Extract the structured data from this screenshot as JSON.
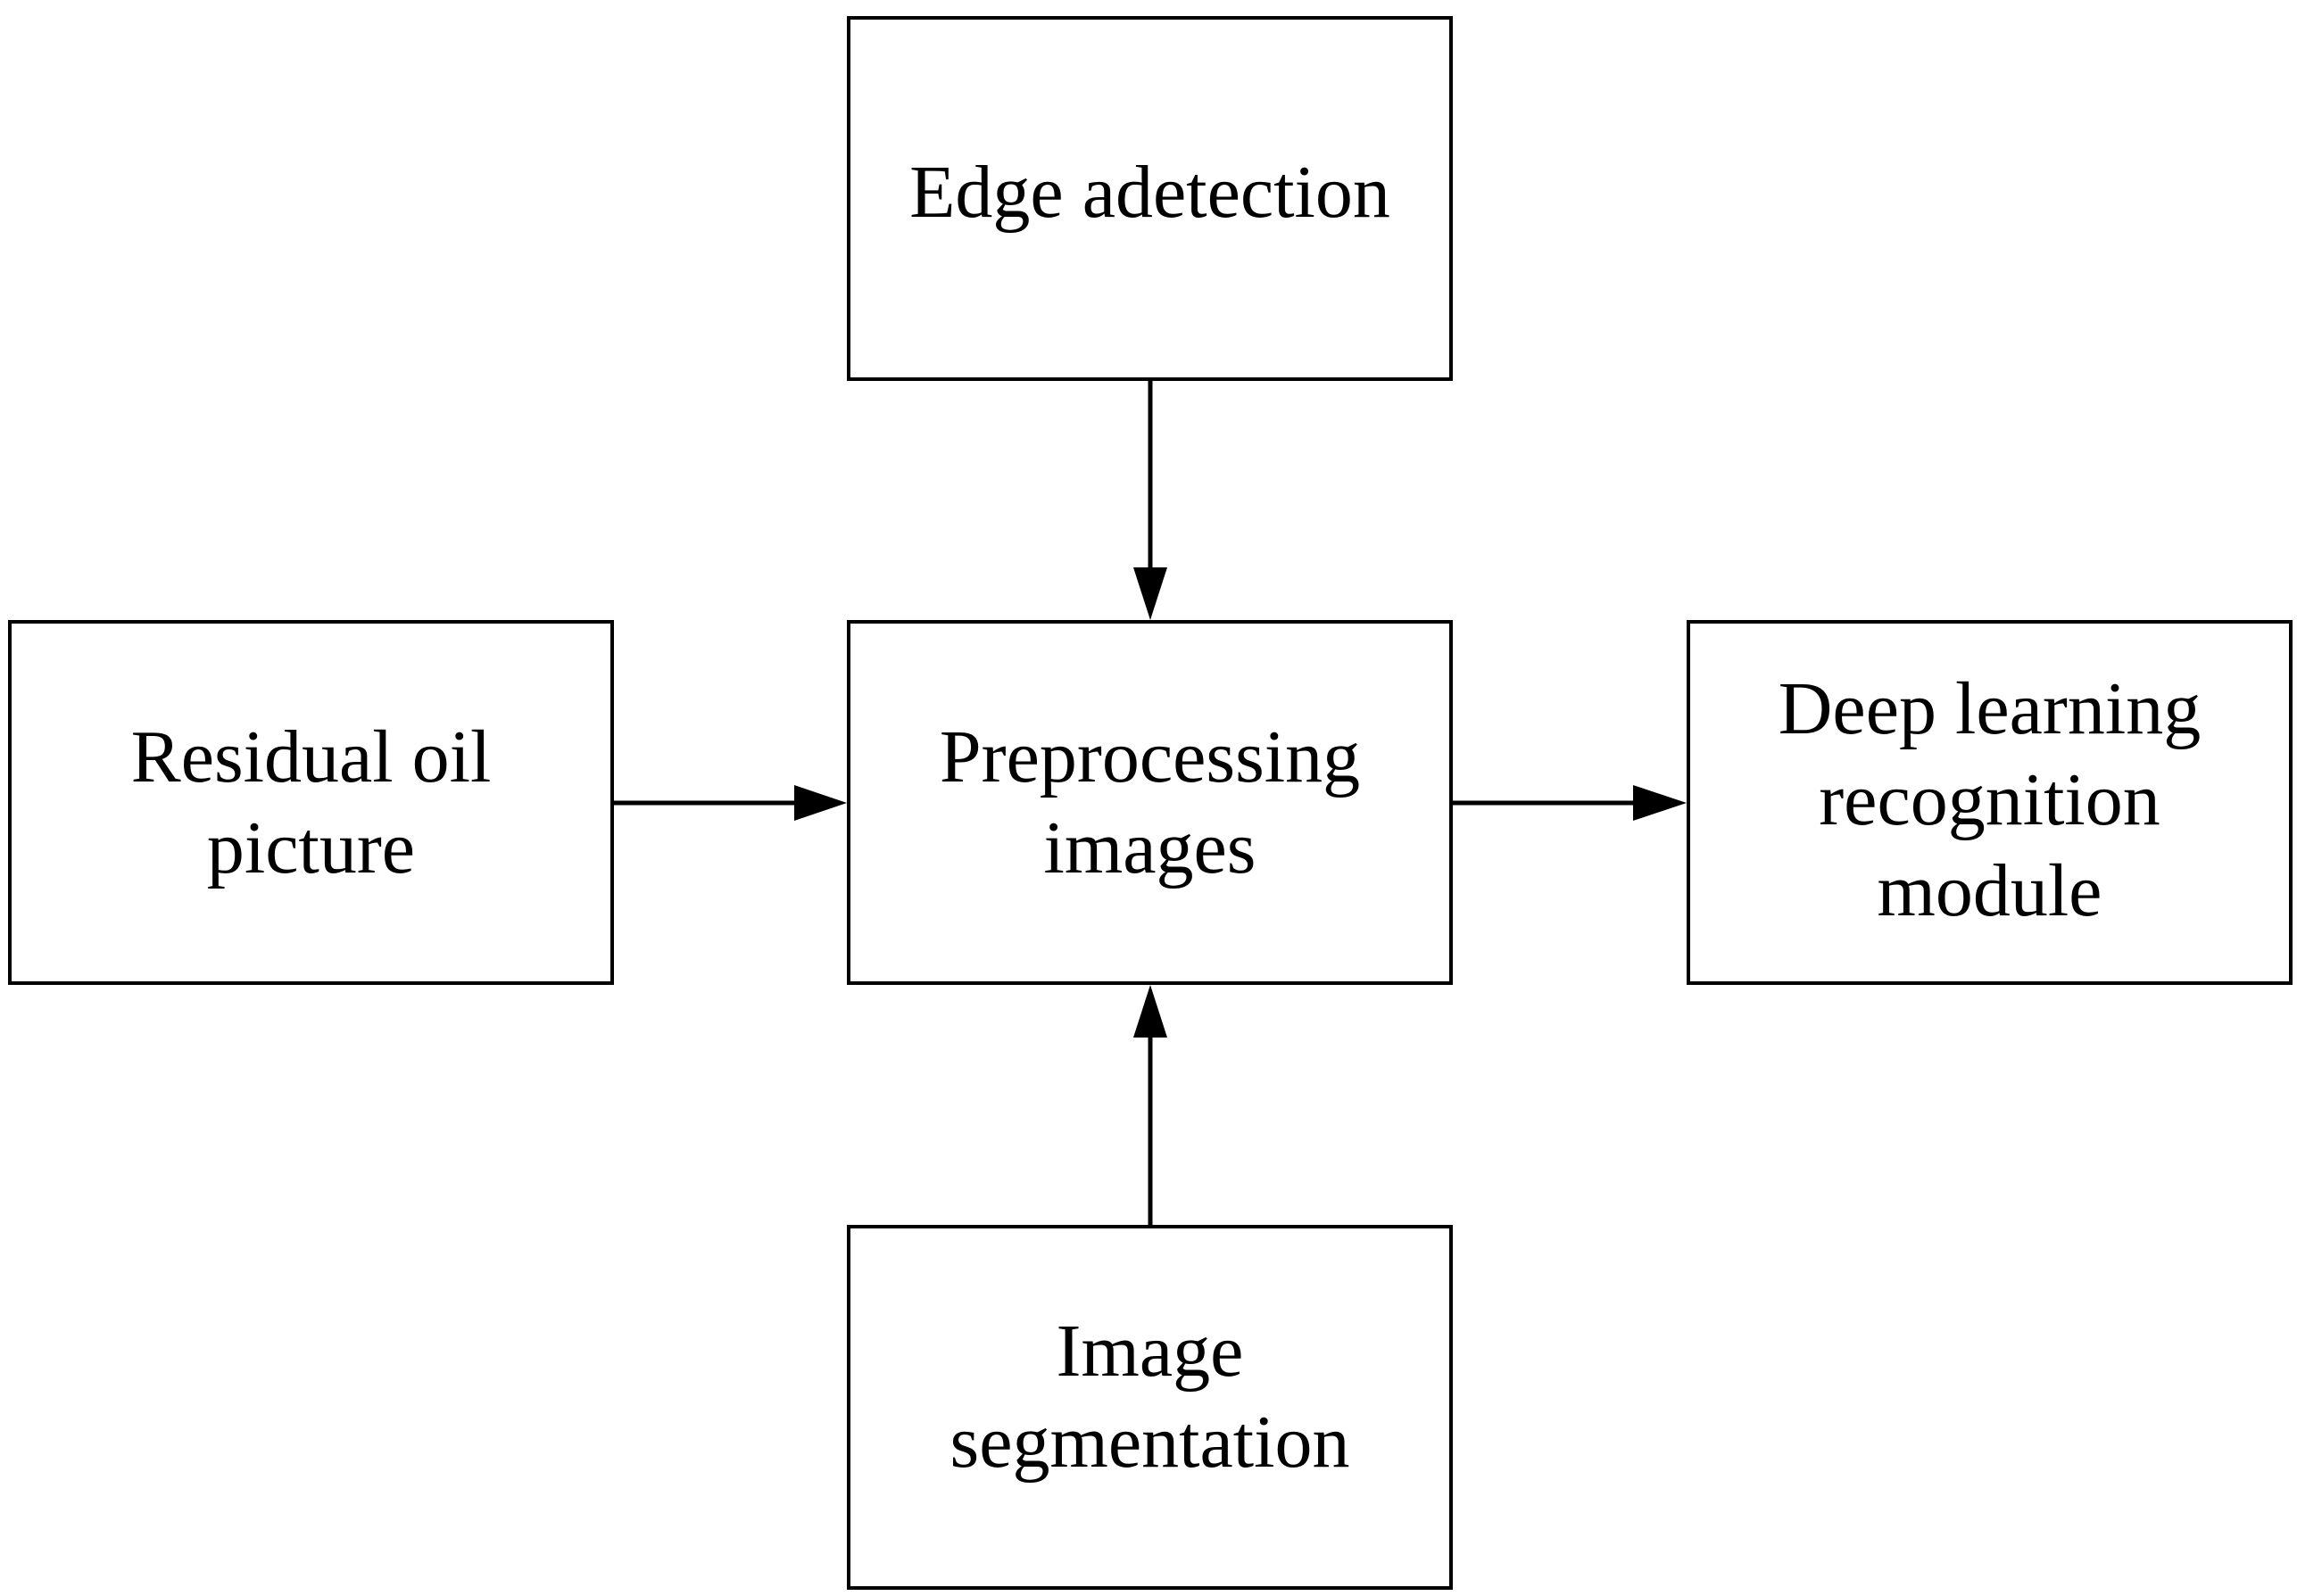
{
  "diagram": {
    "nodes": {
      "edge_detection": "Edge adetection",
      "residual_oil_picture": "Residual oil\npicture",
      "preprocessing_images": "Preprocessing\nimages",
      "deep_learning_module": "Deep learning\nrecognition\nmodule",
      "image_segmentation": "Image\nsegmentation"
    },
    "edges": [
      {
        "from": "edge_detection",
        "to": "preprocessing_images"
      },
      {
        "from": "residual_oil_picture",
        "to": "preprocessing_images"
      },
      {
        "from": "preprocessing_images",
        "to": "deep_learning_module"
      },
      {
        "from": "image_segmentation",
        "to": "preprocessing_images"
      }
    ],
    "colors": {
      "stroke": "#000000",
      "background": "#ffffff",
      "text": "#000000"
    }
  }
}
